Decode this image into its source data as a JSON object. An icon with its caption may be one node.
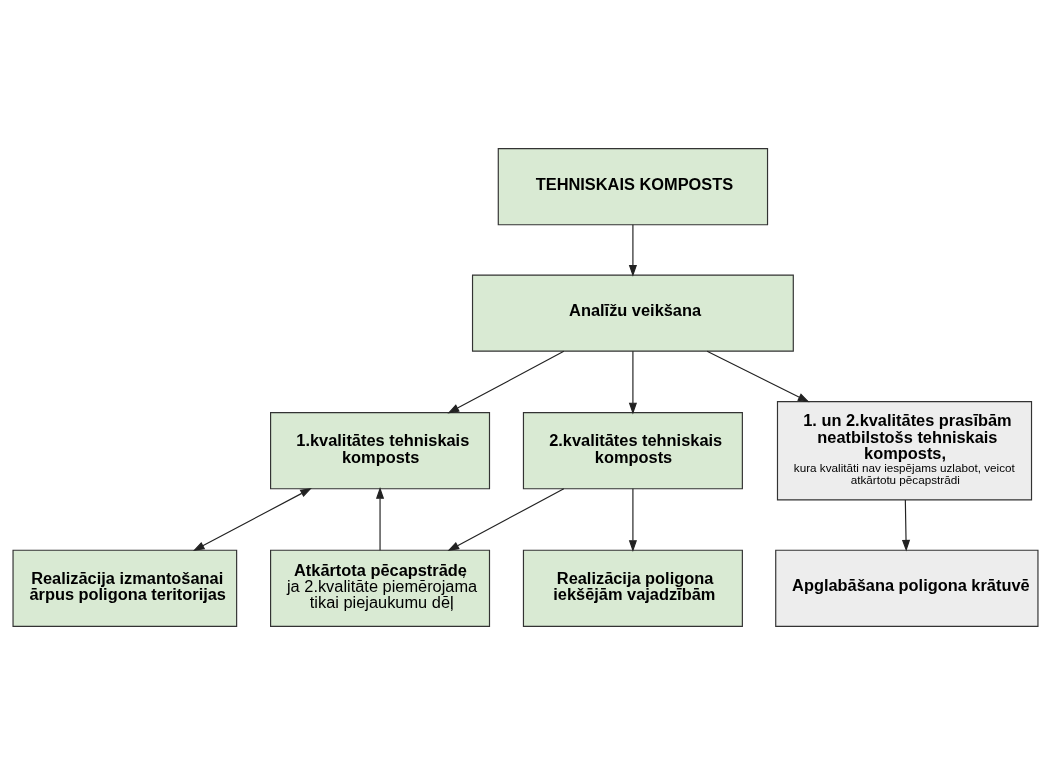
{
  "diagram": {
    "nodes": [
      {
        "text": [
          "TEHNISKAIS KOMPOSTS"
        ]
      },
      {
        "text": [
          "Analīžu veikšana"
        ]
      },
      {
        "text": [
          "1.kvalitātes tehniskais komposts"
        ]
      },
      {
        "text": [
          "2.kvalitātes tehniskais komposts"
        ]
      },
      {
        "text": [
          "1. un 2.kvalitātes prasībām neatbilstošs tehniskais komposts,",
          "kura kvalitāti nav iespējams uzlabot, veicot atkārtotu pēcapstrādi"
        ]
      },
      {
        "text": [
          "**Atkārtota pēcapstrāde**, ja 2.kvalitāte piemērojama tikai piejaukumu dēļ"
        ]
      },
      {
        "text": [
          "Realizācija izmantošanai ārpus poligona teritorijas"
        ]
      },
      {
        "text": [
          "Realizācija poligona iekšējām vajadzībām"
        ]
      },
      {
        "text": [
          "Apglabāšana poligona krātuvē"
        ]
      }
    ],
    "edges": [
      {
        "from": 0,
        "to": 1,
        "arrow": "to"
      },
      {
        "from": 1,
        "to": 2,
        "arrow": "to"
      },
      {
        "from": 1,
        "to": 3,
        "arrow": "to"
      },
      {
        "from": 1,
        "to": 4,
        "arrow": "to"
      },
      {
        "from": 2,
        "to": 6,
        "arrow": "both"
      },
      {
        "from": 5,
        "to": 2,
        "arrow": "to"
      },
      {
        "from": 3,
        "to": 5,
        "arrow": "to"
      },
      {
        "from": 3,
        "to": 7,
        "arrow": "to"
      },
      {
        "from": 4,
        "to": 8,
        "arrow": "to"
      }
    ]
  }
}
